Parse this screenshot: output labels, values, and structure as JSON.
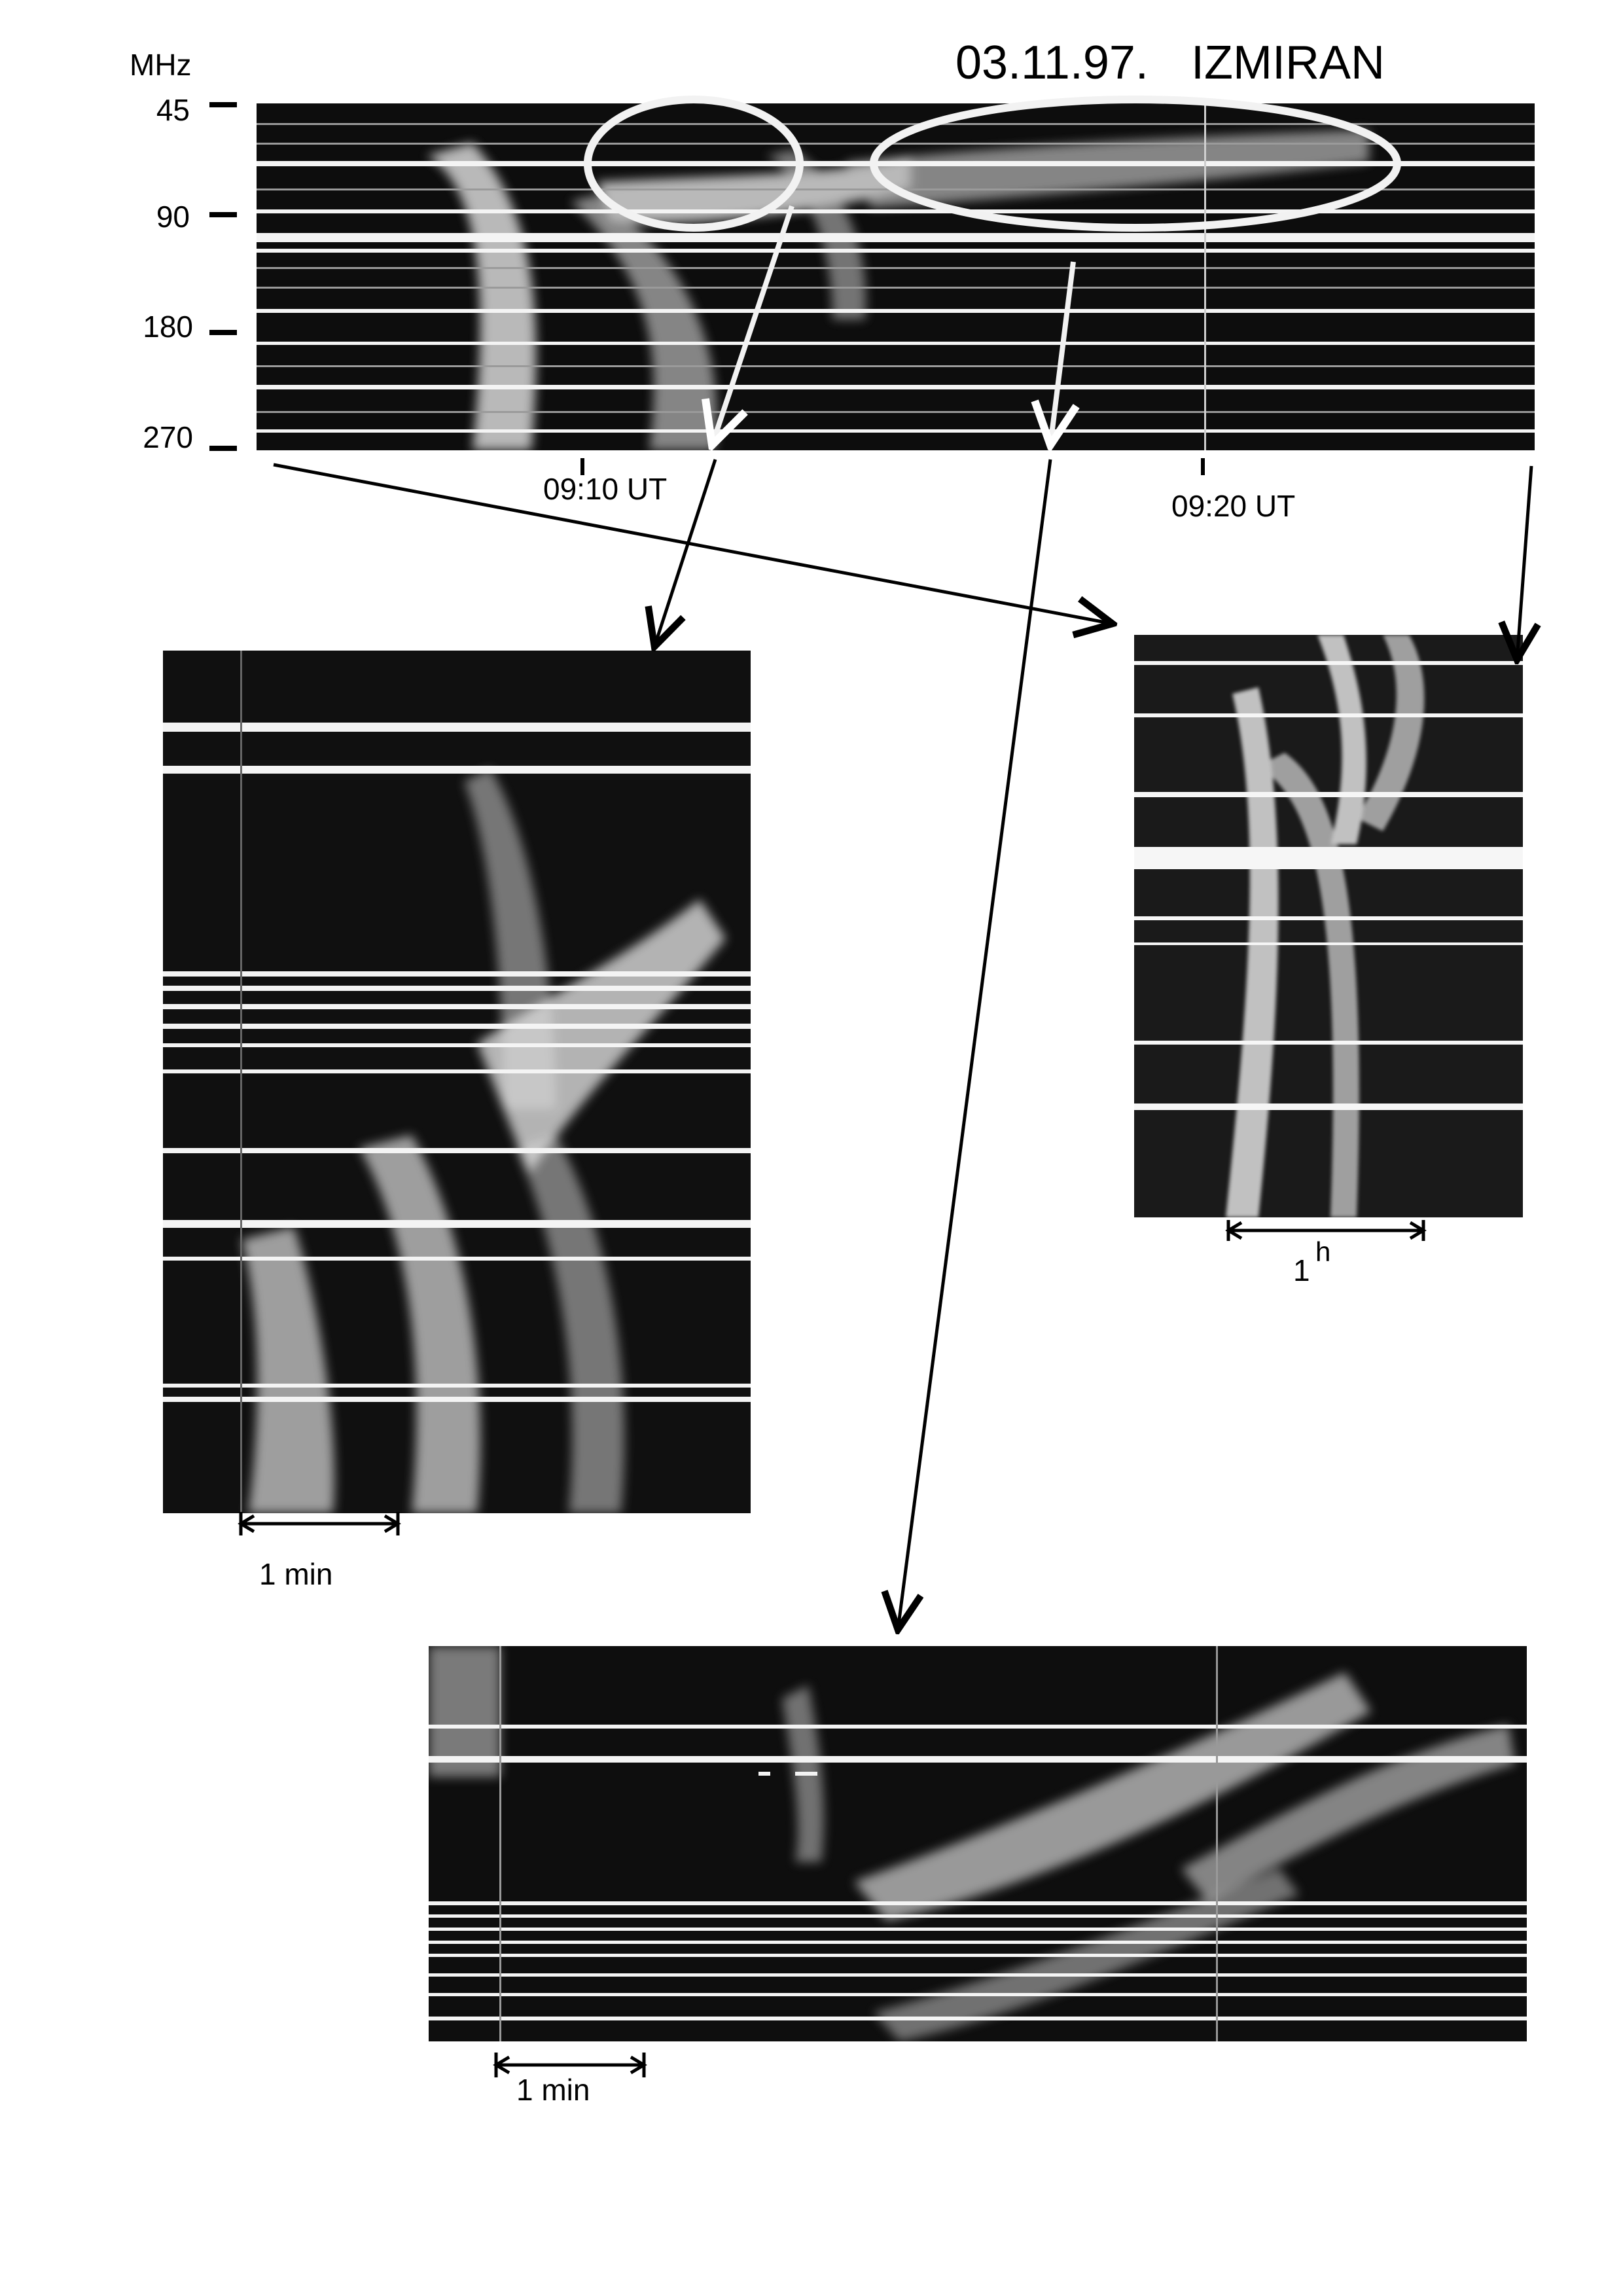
{
  "header": {
    "date": "03.11.97.",
    "station": "IZMIRAN"
  },
  "frequency_axis": {
    "unit": "MHz",
    "ticks": [
      "45",
      "90",
      "180",
      "270"
    ]
  },
  "time_axis": {
    "ticks": [
      "09:10 UT",
      "09:20 UT"
    ]
  },
  "panels": {
    "overview": {
      "name": "overview-spectrogram"
    },
    "zoom_left": {
      "scale_label": "1 min"
    },
    "zoom_right": {
      "scale_label": "1",
      "scale_sup": "h"
    },
    "zoom_bottom": {
      "scale_label": "1 min"
    }
  },
  "colors": {
    "background": "#ffffff",
    "spectrogram_bg": "#0a0a0a",
    "emission": "#f2f2f2",
    "annotation": "#000000"
  }
}
